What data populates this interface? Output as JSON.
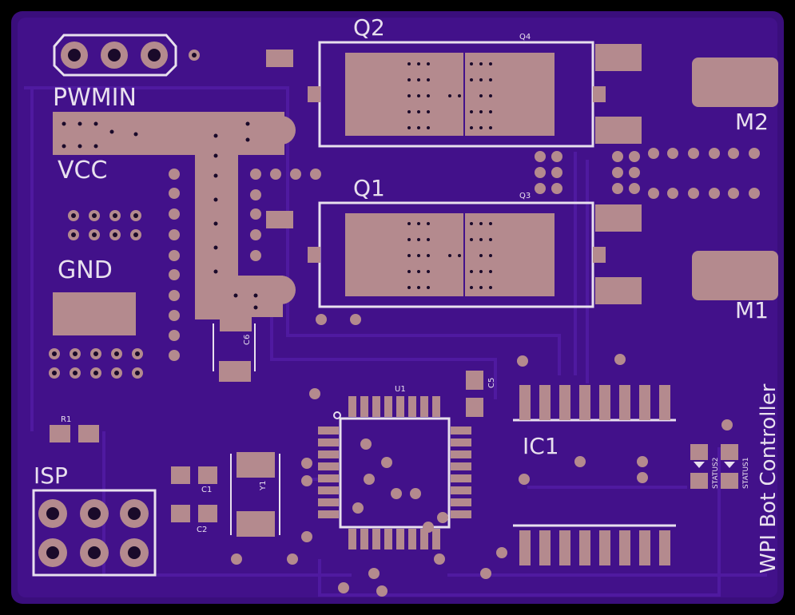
{
  "board": {
    "title": "WPI Bot Controller",
    "colors": {
      "outer": "#000000",
      "board": "#3a0e7c",
      "pour": "#4a1596",
      "trace": "#45148f",
      "copper": "#b48a8e",
      "drill": "#1a0a2a",
      "silk": "#e8e0ee"
    }
  },
  "labels": {
    "pwmin": "PWMIN",
    "vcc": "VCC",
    "gnd": "GND",
    "isp": "ISP",
    "q1": "Q1",
    "q2": "Q2",
    "q3": "Q3",
    "q4": "Q4",
    "m1": "M1",
    "m2": "M2",
    "ic1": "IC1",
    "u1": "U1",
    "y1": "Y1",
    "c1": "C1",
    "c2": "C2",
    "c5": "C5",
    "c6": "C6",
    "r1": "R1",
    "status1": "STATUS1",
    "status2": "STATUS2"
  }
}
